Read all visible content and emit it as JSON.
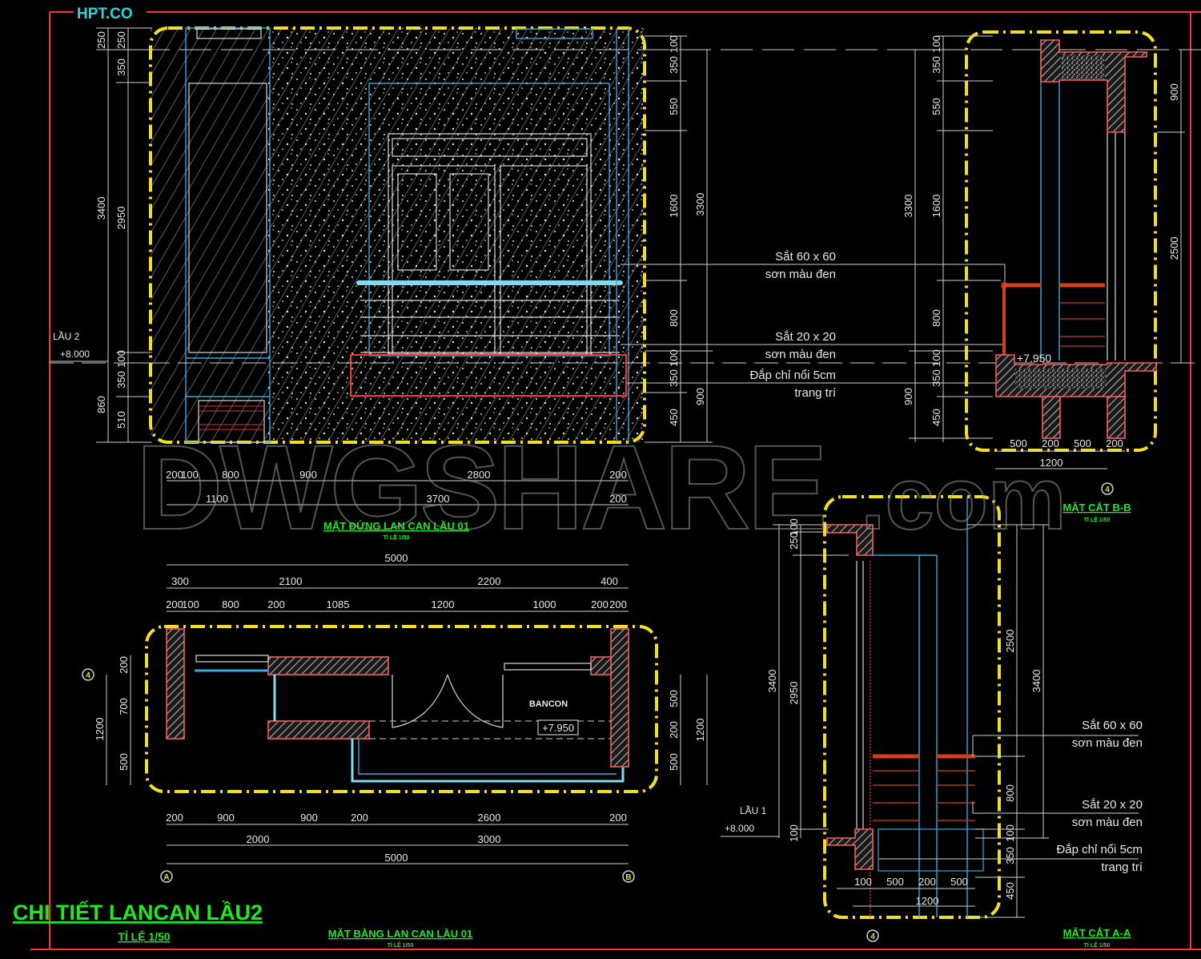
{
  "logo": "HPT.CO",
  "watermark": {
    "main": "DWGSHARE",
    "suffix": ".com"
  },
  "main_title": {
    "text": "CHI TIẾT LANCAN LẦU2",
    "scale": "TỈ LỆ 1/50"
  },
  "elevation": {
    "title": "MẶT ĐỨNG LAN CAN LẦU 01",
    "scale": "TỈ LỆ 1/50",
    "level_label": "LẦU 2",
    "level_value": "+8.000",
    "left_dims_outer": [
      "250",
      "3400",
      "860"
    ],
    "left_dims_inner": [
      "250",
      "350",
      "2950",
      "100",
      "350",
      "510"
    ],
    "right_dims_inner": [
      "100",
      "350",
      "550",
      "1600",
      "800",
      "100",
      "350",
      "450"
    ],
    "right_dims_outer": [
      "3300",
      "900"
    ],
    "bottom_dims_row1": [
      "200",
      "100",
      "800",
      "900",
      "2800",
      "200"
    ],
    "bottom_dims_row2": [
      "1100",
      "3700",
      "200"
    ]
  },
  "notes_upper": [
    {
      "line1": "Sắt 60 x 60",
      "line2": "sơn màu đen"
    },
    {
      "line1": "Sắt  20 x 20",
      "line2": "sơn màu đen"
    },
    {
      "line1": "Đắp chỉ nổi 5cm",
      "line2": "trang trí"
    }
  ],
  "section_bb": {
    "title": "MẶT CẮT B-B",
    "scale": "TỈ LỆ 1/50",
    "axis": "4",
    "level_value": "+7.950",
    "left_dims_outer": [
      "3300",
      "900"
    ],
    "left_dims_inner": [
      "100",
      "350",
      "550",
      "1600",
      "800",
      "100",
      "350",
      "450"
    ],
    "right_dims": [
      "900",
      "2500"
    ],
    "bottom_dims_row1": [
      "500",
      "200",
      "500",
      "200"
    ],
    "bottom_dims_row2": [
      "1200"
    ]
  },
  "plan": {
    "title": "MẶT BẰNG LAN CAN LẦU 01",
    "scale": "TỈ LỆ 1/50",
    "room_label": "BANCON",
    "level_value": "+7.950",
    "axis_left": "4",
    "axis_a": "A",
    "axis_b": "B",
    "top_dims_row0": [
      "5000"
    ],
    "top_dims_row1": [
      "300",
      "2100",
      "2200",
      "400"
    ],
    "top_dims_row2": [
      "200",
      "100",
      "800",
      "200",
      "1085",
      "1200",
      "1000",
      "200",
      "200"
    ],
    "left_dims_outer": [
      "1200"
    ],
    "left_dims_inner": [
      "200",
      "700",
      "500"
    ],
    "right_dims_inner": [
      "500",
      "200",
      "500"
    ],
    "right_dims_outer": [
      "1200"
    ],
    "bottom_dims_row1": [
      "200",
      "900",
      "900",
      "200",
      "2600",
      "200"
    ],
    "bottom_dims_row2": [
      "2000",
      "3000"
    ],
    "bottom_dims_row3": [
      "5000"
    ]
  },
  "section_aa": {
    "title": "MẶT CẮT A-A",
    "scale": "TỈ LỆ 1/50",
    "axis": "4",
    "level_label": "LẦU 1",
    "level_value": "+8.000",
    "left_dims_outer": [
      "3400"
    ],
    "left_dims_inner": [
      "250",
      "100",
      "2950",
      "100"
    ],
    "right_dims_inner": [
      "2500",
      "800",
      "100",
      "350",
      "450"
    ],
    "right_dims_outer": [
      "3400"
    ],
    "bottom_dims_row1": [
      "100",
      "500",
      "200",
      "500"
    ],
    "bottom_dims_row2": [
      "1200"
    ]
  },
  "notes_lower": [
    {
      "line1": "Sắt 60 x 60",
      "line2": "sơn màu đen"
    },
    {
      "line1": "Sắt  20 x 20",
      "line2": "sơn màu đen"
    },
    {
      "line1": "Đắp chỉ nổi 5cm",
      "line2": "trang trí"
    }
  ],
  "colors": {
    "background": "#000000",
    "border": "#ff3030",
    "viewport_frame": "#f0e020",
    "title_green": "#22e822",
    "logo_cyan": "#2ad6e0",
    "wall_red": "#ff5a5a",
    "glass_cyan": "#3aa8d8"
  }
}
